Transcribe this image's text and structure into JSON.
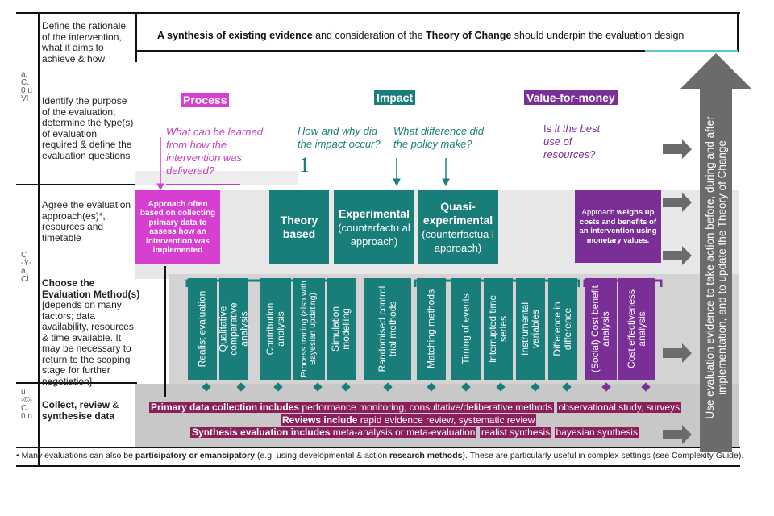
{
  "steps": {
    "define": "Define the rationale of the intervention, what it aims to achieve & how",
    "purpose": "Identify the purpose of the evaluation; determine the type(s) of evaluation required & define the evaluation questions",
    "approach": "Agree the evaluation approach(es)*, resources and timetable",
    "method_bold": "Choose the Evaluation Method(s)",
    "method_rest": " [depends on many factors; data availability, resources, & time available. It may be necessary to return to the scoping stage for further negotiation]",
    "collect_a": "Collect, review",
    "collect_amp": " &",
    "collect_b": "synthesise data"
  },
  "side_codes": {
    "c1": "a, C, 0 u VI",
    "c2": "C -Ÿ- a, Cl",
    "c3": "u -©- C 0 n"
  },
  "banner": {
    "part1": "A synthesis of existing evidence",
    "part2": " and consideration of the ",
    "part3": "Theory of Change",
    "part4": " should underpin the evaluation design"
  },
  "headers": {
    "process": "Process",
    "impact": "Impact",
    "vfm": "Value-for-money"
  },
  "questions": {
    "process": "What can be learned from how the intervention was delivered?",
    "impact_how": "How and why did the impact occur?",
    "impact_what": "What difference did the policy make?",
    "vfm_is": "Is",
    "vfm_rest": " it the best use of resources?",
    "stray": "1"
  },
  "boxes": {
    "process": "Approach often based on collecting primary data to assess how an intervention was implemented",
    "theory": "Theory based",
    "experimental_title": "Experimental",
    "experimental_sub": "(counterfactu al approach)",
    "quasi_title": "Quasi-experimental",
    "quasi_sub": "(counterfactua l approach)",
    "vfm_pre": "Approach ",
    "vfm_main": "weighs up costs and benefits of an intervention using monetary values."
  },
  "methods": [
    "Realist evaluation",
    "Qualitative comparative analysis",
    "Contribution analysis",
    "Process tracing (also with Bayesian updating)",
    "Simulation modelling",
    "Randomised control trial methods",
    "Matching methods",
    "Timing of events",
    "Interrupted time series",
    "Instrumental variables",
    "Difference in difference",
    "(Social) Cost benefit analysis",
    "Cost effectiveness analysis"
  ],
  "data_rows": {
    "primary_bold": "Primary data collection includes",
    "primary_rest": " performance monitoring, consultative/deliberative methods",
    "primary_extra": "observational study, surveys",
    "reviews_bold": "Reviews include",
    "reviews_rest": " rapid evidence review, systematic review",
    "synth_bold": "Synthesis evaluation includes",
    "synth_rest": " meta-analysis or meta-evaluation",
    "synth_a": "realist synthesis",
    "synth_b": "bayesian synthesis"
  },
  "side_arrow_text": "Use evaluation evidence to take action before, during and after implementation, and to update the Theory of Change",
  "footnote": {
    "pre": "• Many evaluations can also be ",
    "b1": "participatory or emancipatory",
    "mid": " (e.g. using developmental & action ",
    "b2": "research methods",
    "post": "). These are particularly useful in complex settings (see Complexity Guide)."
  },
  "colors": {
    "teal": "#197e7a",
    "pink": "#d63fcf",
    "purple": "#7a2f96",
    "maroon": "#8a1f5a",
    "grey_arrow": "#6b6b6b"
  }
}
